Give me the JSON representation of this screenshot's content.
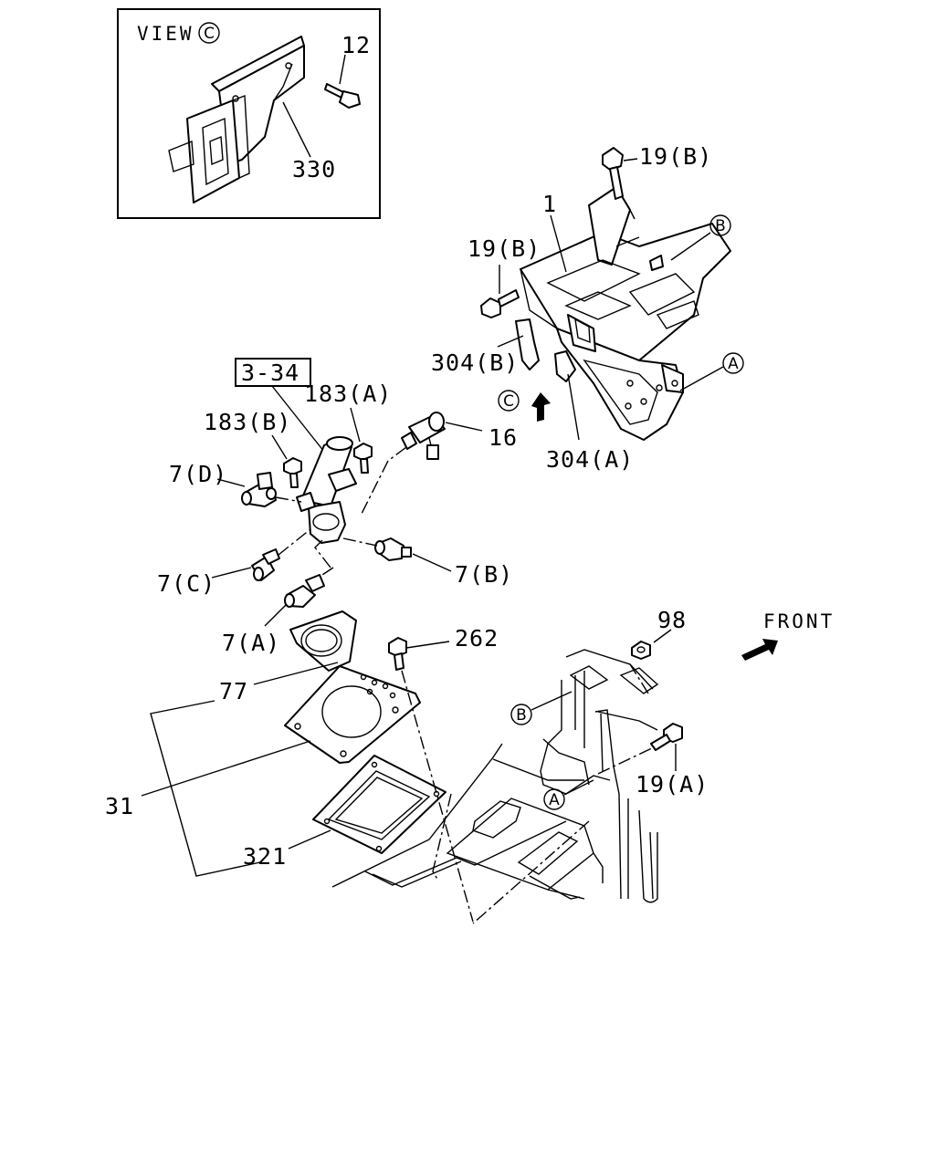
{
  "view": {
    "prefix": "VIEW",
    "letter": "C"
  },
  "front": "FRONT",
  "ref_box": "3-34",
  "callouts": {
    "c12": "12",
    "c330": "330",
    "c19b_top": "19(B)",
    "c19b_left": "19(B)",
    "c1": "1",
    "c304b": "304(B)",
    "c304a": "304(A)",
    "c183a": "183(A)",
    "c183b": "183(B)",
    "c16": "16",
    "c7d": "7(D)",
    "c7c": "7(C)",
    "c7b": "7(B)",
    "c7a": "7(A)",
    "c262": "262",
    "c77": "77",
    "c31": "31",
    "c321": "321",
    "c98": "98",
    "c19a": "19(A)"
  },
  "markers": {
    "b_top": "B",
    "a_top": "A",
    "c_arrow": "C",
    "b_lower": "B",
    "a_lower": "A"
  }
}
